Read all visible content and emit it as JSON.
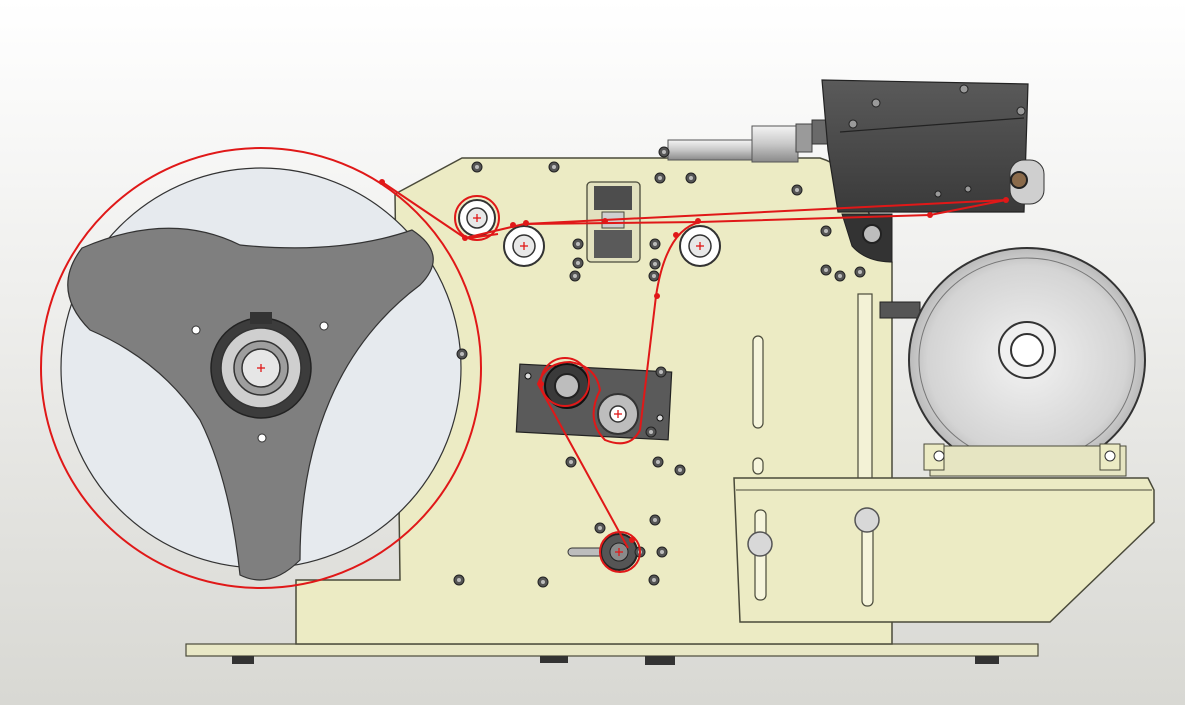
{
  "colors": {
    "frame": "#ecebc4",
    "frame_edge": "#4a4a3a",
    "label_path": "#e01818",
    "dark_gray": "#4d4d4d",
    "mid_gray": "#7f7f7f",
    "spool_face": "#e6eaee",
    "background_top": "#ffffff",
    "background_bottom": "#dcdcd8"
  },
  "components": {
    "supply_reel": "supply-reel",
    "tri_hub": "three-arm-hub",
    "guide_rollers": "guide-roller",
    "dancer_arm": "dancer-arm",
    "drive_roller": "drive-roller",
    "print_head": "print-head-module",
    "rewind_reel": "rewind-reel",
    "peel_plate": "peel-plate",
    "base_plate": "base-plate",
    "adjust_knobs": "adjust-knob",
    "tension_knob": "tension-knob"
  }
}
